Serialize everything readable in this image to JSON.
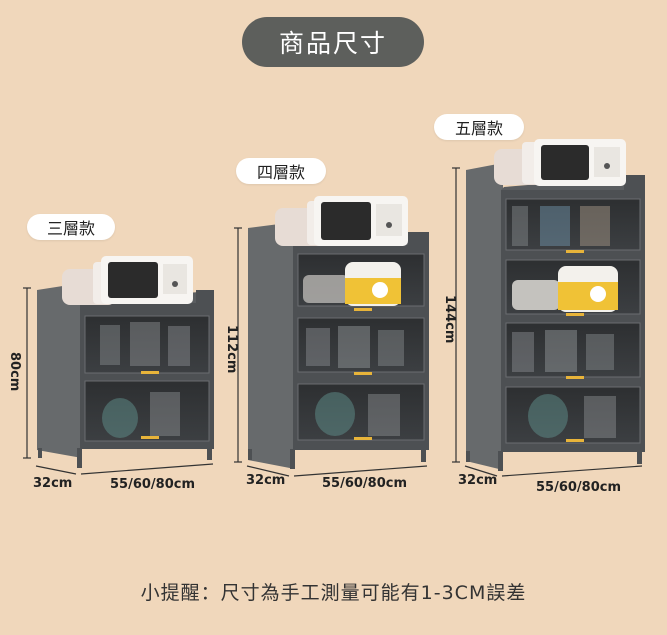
{
  "title": "商品尺寸",
  "variants": [
    {
      "label": "三層款",
      "height": "80cm",
      "depth": "32cm",
      "width": "55/60/80cm"
    },
    {
      "label": "四層款",
      "height": "112cm",
      "depth": "32cm",
      "width": "55/60/80cm"
    },
    {
      "label": "五層款",
      "height": "144cm",
      "depth": "32cm",
      "width": "55/60/80cm"
    }
  ],
  "note": "小提醒：尺寸為手工測量可能有1-3CM誤差",
  "colors": {
    "background": "#f0d7bb",
    "cabinet": "#54575a",
    "pill": "#5d5f5c",
    "handle": "#e8b43a"
  }
}
